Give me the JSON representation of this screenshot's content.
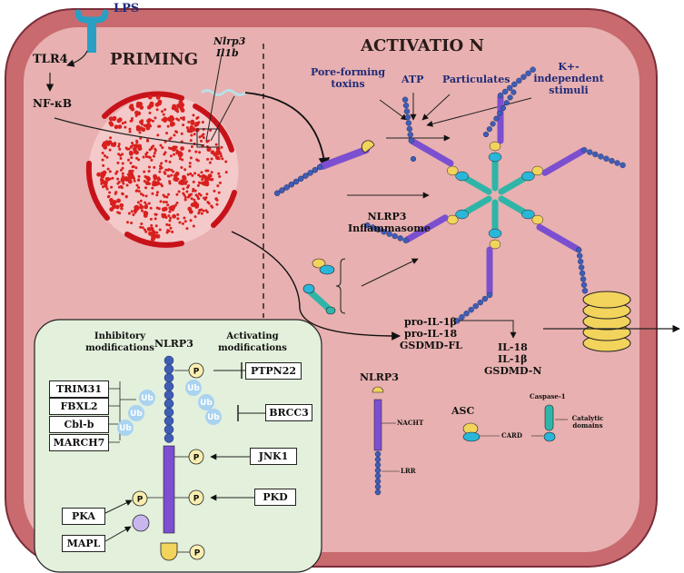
{
  "labels": {
    "lps": "LPS",
    "tlr4": "TLR4",
    "nfkb": "NF-κB",
    "priming": "PRIMING",
    "nlrp3_gene": "Nlrp3",
    "il1b_gene": "Il1b",
    "activation": "ACTIVATIO N",
    "pore_forming": "Pore-forming toxins",
    "atp": "ATP",
    "particulates": "Particulates",
    "k_independent": "K+- independent stimuli",
    "nlrp3_inflammasome": "NLRP3 Inflammasome",
    "pro_il1b": "pro-IL-1β",
    "pro_il18": "pro-IL-18",
    "gsdmd_fl": "GSDMD-FL",
    "il18": "IL-18",
    "il1b": "IL-1β",
    "gsdmd_n": "GSDMD-N",
    "legend_nlrp3": "NLRP3",
    "nacht": "NACHT",
    "lrr": "LRR",
    "asc": "ASC",
    "card": "CARD",
    "caspase1": "Caspase-1",
    "catalytic": "Catalytic domains",
    "inhibitory": "Inhibitory modifications",
    "activating": "Activating modifications",
    "panel_nlrp3": "NLRP3",
    "ub": "Ub",
    "p": "P"
  },
  "inhibitors": [
    "TRIM31",
    "FBXL2",
    "Cbl-b",
    "MARCH7"
  ],
  "activators": [
    "PTPN22",
    "BRCC3",
    "JNK1",
    "PKD"
  ],
  "kinases": [
    "PKA",
    "MAPL"
  ],
  "colors": {
    "cell_outer": "#c86a6e",
    "cell_inner": "#e8b0b0",
    "panel_bg": "#e3f0dc",
    "nucleus": "#f4c9c9",
    "dots": "#d8201e",
    "nacht": "#7b4fd0",
    "lrr": "#3f5db5",
    "pyd": "#f2d35c",
    "asc_card": "#2fb5a8",
    "ub": "#a9d3f1"
  }
}
